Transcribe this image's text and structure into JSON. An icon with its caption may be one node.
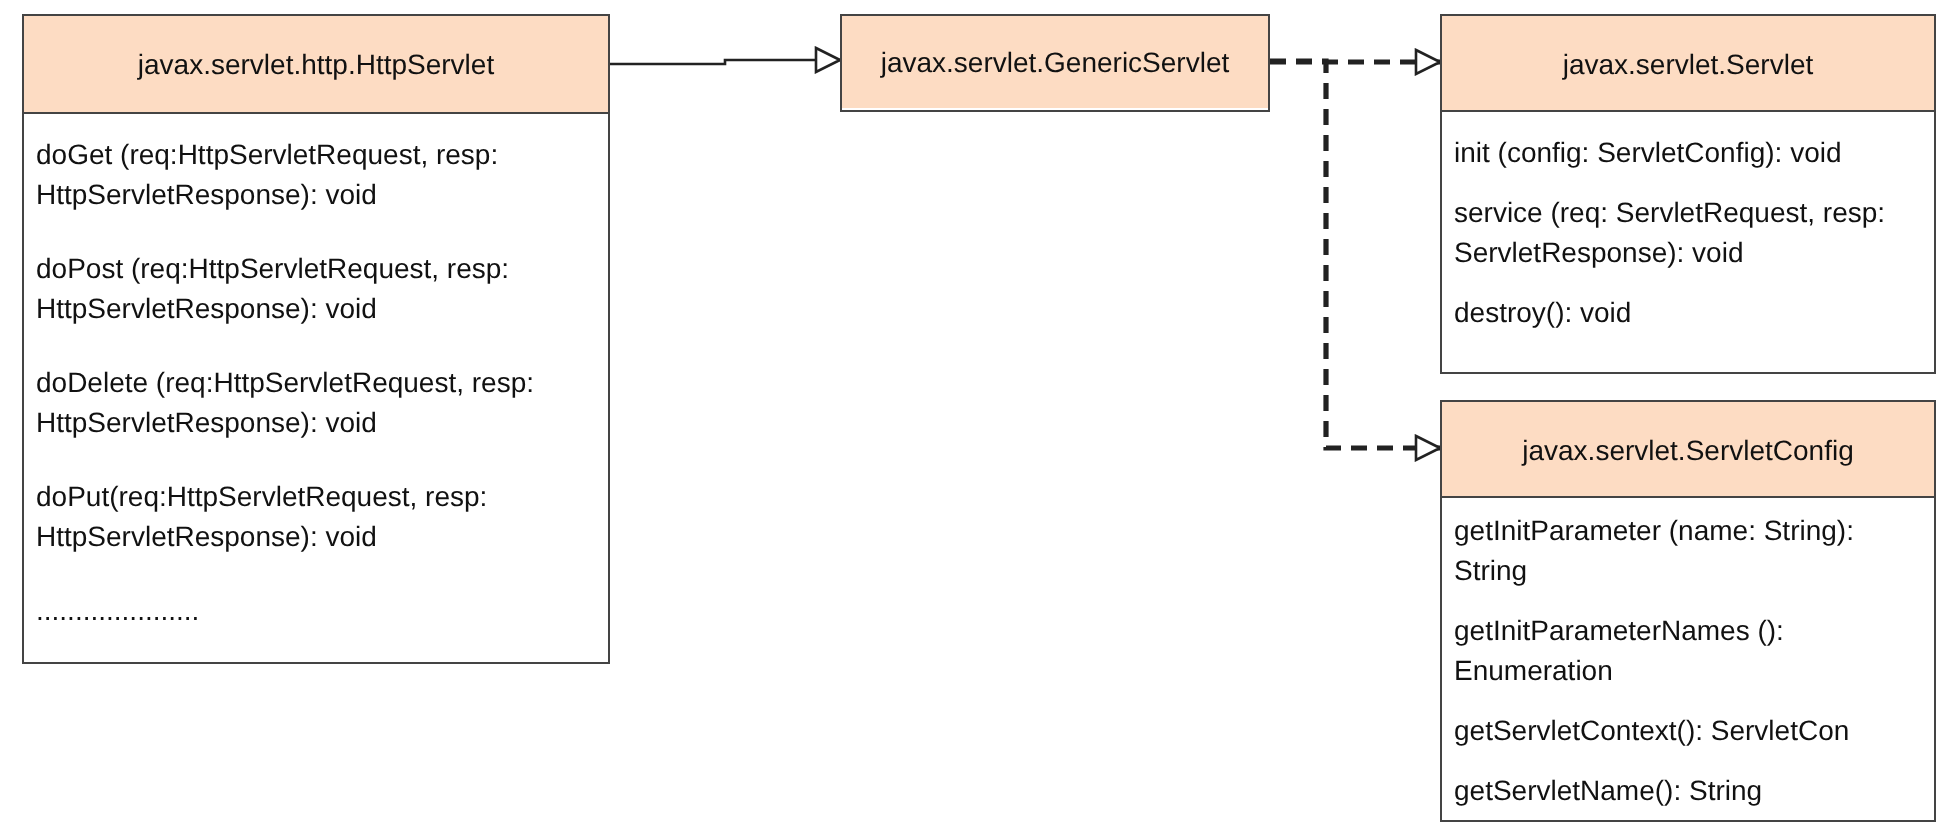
{
  "diagram": {
    "nodes": [
      {
        "text": [
          "javax.servlet.http.HttpServlet",
          "doGet (req:HttpServletRequest, resp: HttpServletResponse): void",
          "doPost (req:HttpServletRequest, resp: HttpServletResponse): void",
          "doDelete (req:HttpServletRequest, resp: HttpServletResponse): void",
          "doPut(req:HttpServletRequest, resp: HttpServletResponse): void",
          "....................."
        ]
      },
      {
        "text": [
          "javax.servlet.GenericServlet"
        ]
      },
      {
        "text": [
          "javax.servlet.Servlet",
          "init (config: ServletConfig): void",
          "service (req: ServletRequest, resp: ServletResponse): void",
          "destroy(): void"
        ]
      },
      {
        "text": [
          "javax.servlet.ServletConfig",
          "getInitParameter (name: String): String",
          "getInitParameterNames (): Enumeration",
          "getServletContext(): ServletCon",
          "getServletName(): String"
        ]
      }
    ],
    "edges": [
      {
        "from": 0,
        "to": 1,
        "arrow": "to"
      },
      {
        "from": 1,
        "to": 2,
        "arrow": "to",
        "style": "dashed"
      },
      {
        "from": 1,
        "to": 3,
        "arrow": "to",
        "style": "dashed"
      }
    ]
  }
}
